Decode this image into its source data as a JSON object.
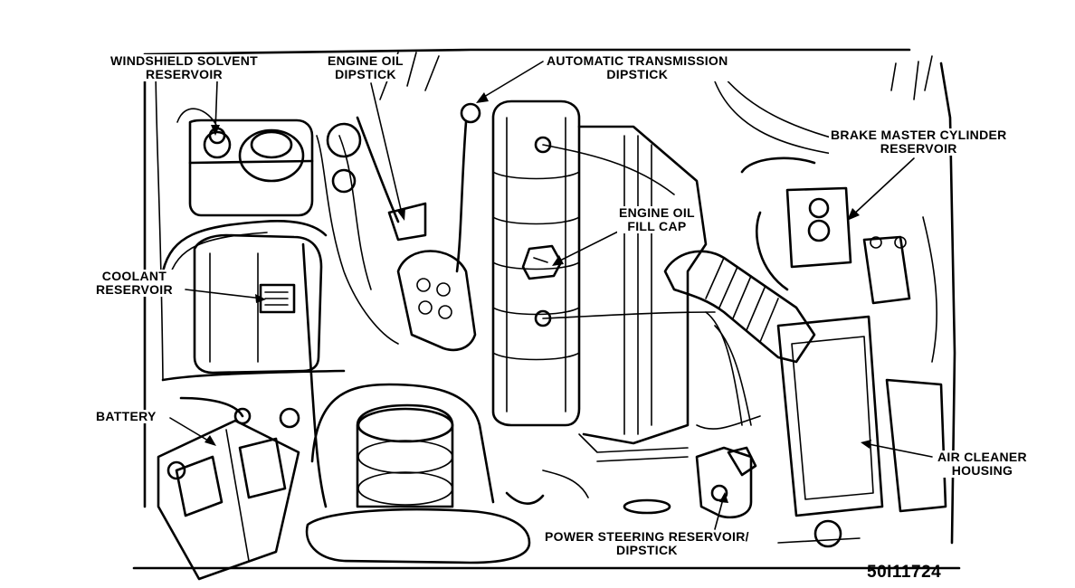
{
  "labels": {
    "windshield_solvent_reservoir": [
      "WINDSHIELD SOLVENT",
      "RESERVOIR"
    ],
    "engine_oil_dipstick": [
      "ENGINE OIL",
      "DIPSTICK"
    ],
    "automatic_transmission_dipstick": [
      "AUTOMATIC TRANSMISSION",
      "DIPSTICK"
    ],
    "brake_master_cylinder_reservoir": [
      "BRAKE MASTER CYLINDER",
      "RESERVOIR"
    ],
    "engine_oil_fill_cap": [
      "ENGINE OIL",
      "FILL CAP"
    ],
    "coolant_reservoir": [
      "COOLANT",
      "RESERVOIR"
    ],
    "battery": [
      "BATTERY"
    ],
    "air_cleaner_housing": [
      "AIR CLEANER",
      "HOUSING"
    ],
    "power_steering_reservoir_dipstick": [
      "POWER STEERING RESERVOIR/",
      "DIPSTICK"
    ]
  },
  "figure_id": "50I11724"
}
